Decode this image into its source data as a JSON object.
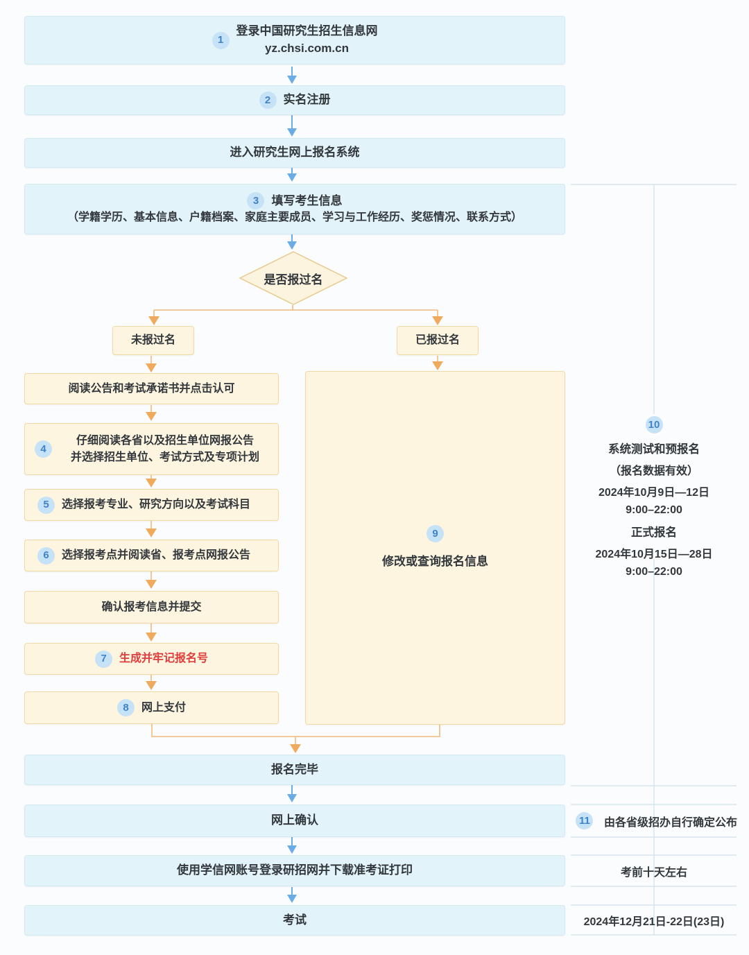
{
  "flow": {
    "step1": {
      "num": "1",
      "line1": "登录中国研究生招生信息网",
      "line2": "yz.chsi.com.cn"
    },
    "step2": {
      "num": "2",
      "label": "实名注册"
    },
    "enter_system": {
      "label": "进入研究生网上报名系统"
    },
    "step3": {
      "num": "3",
      "title": "填写考生信息",
      "detail": "（学籍学历、基本信息、户籍档案、家庭主要成员、学习与工作经历、奖惩情况、联系方式）"
    },
    "decision": {
      "label": "是否报过名"
    },
    "branch_no": {
      "label": "未报过名"
    },
    "branch_yes": {
      "label": "已报过名"
    },
    "read_notice": {
      "label": "阅读公告和考试承诺书并点击认可"
    },
    "step4": {
      "num": "4",
      "line1": "仔细阅读各省以及招生单位网报公告",
      "line2": "并选择招生单位、考试方式及专项计划"
    },
    "step5": {
      "num": "5",
      "label": "选择报考专业、研究方向以及考试科目"
    },
    "step6": {
      "num": "6",
      "label": "选择报考点并阅读省、报考点网报公告"
    },
    "confirm_submit": {
      "label": "确认报考信息并提交"
    },
    "step7": {
      "num": "7",
      "label": "生成并牢记报名号"
    },
    "step8": {
      "num": "8",
      "label": "网上支付"
    },
    "step9": {
      "num": "9",
      "label": "修改或查询报名信息"
    },
    "done": {
      "label": "报名完毕"
    },
    "online_confirm": {
      "label": "网上确认"
    },
    "download_ticket": {
      "label": "使用学信网账号登录研招网并下载准考证打印"
    },
    "exam": {
      "label": "考试"
    }
  },
  "sidebar": {
    "block10": {
      "num": "10",
      "title1": "系统测试和预报名",
      "note": "（报名数据有效）",
      "date1": "2024年10月9日—12日",
      "time1": "9:00–22:00",
      "title2": "正式报名",
      "date2": "2024年10月15日—28日",
      "time2": "9:00–22:00"
    },
    "row11": {
      "num": "11",
      "label": "由各省级招办自行确定公布"
    },
    "row_ticket": {
      "label": "考前十天左右"
    },
    "row_exam": {
      "label": "2024年12月21日-22日(23日)"
    }
  },
  "colors": {
    "blue_box": "#e2f4f9",
    "cream_box": "#fdf5df",
    "blue_arrow": "#69ace6",
    "orange_line": "#f1c28a",
    "orange_arrow": "#f0aa5e",
    "number_badge_bg": "#c6e2f7",
    "number_badge_text": "#3f83c9",
    "red_text": "#e03c3c",
    "sidebar_line": "#cfe0ea"
  }
}
